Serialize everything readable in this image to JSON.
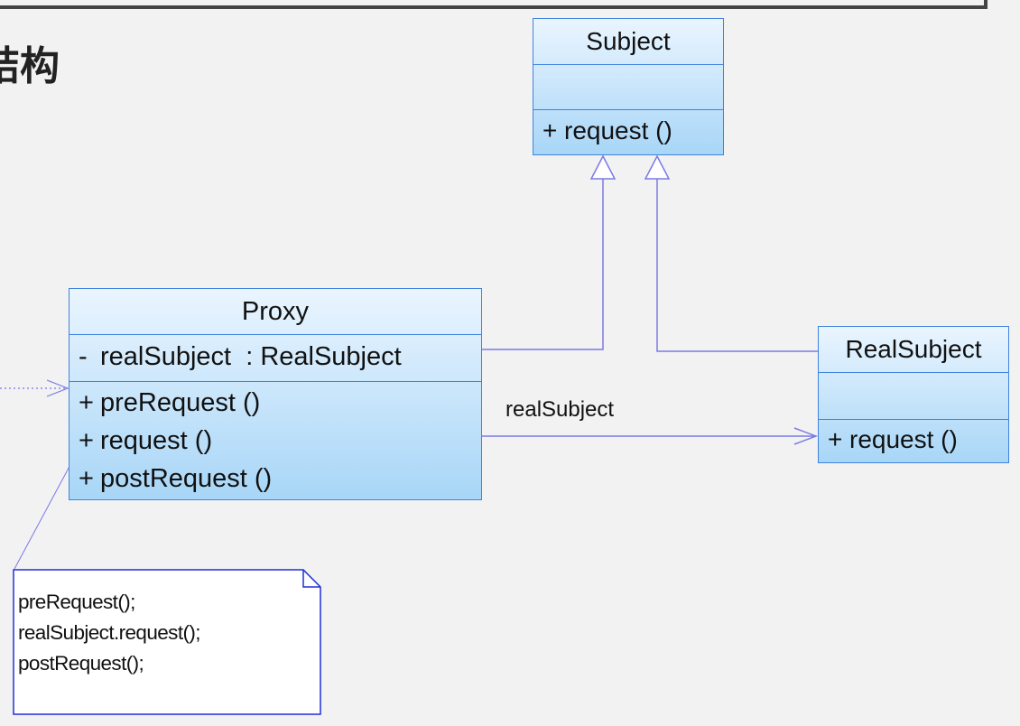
{
  "heading": "结构",
  "classes": {
    "subject": {
      "name": "Subject",
      "operations": [
        {
          "visibility": "+",
          "name": "request ()"
        }
      ]
    },
    "proxy": {
      "name": "Proxy",
      "attributes": [
        {
          "visibility": "-",
          "name": "realSubject  : RealSubject"
        }
      ],
      "operations": [
        {
          "visibility": "+",
          "name": "preRequest ()"
        },
        {
          "visibility": "+",
          "name": "request ()"
        },
        {
          "visibility": "+",
          "name": "postRequest ()"
        }
      ]
    },
    "realsubject": {
      "name": "RealSubject",
      "operations": [
        {
          "visibility": "+",
          "name": "request ()"
        }
      ]
    }
  },
  "association": {
    "role": "realSubject"
  },
  "note": {
    "lines": [
      "preRequest();",
      "realSubject.request();",
      "postRequest();"
    ]
  },
  "colors": {
    "class_border": "#3f83e0",
    "class_fill_top": "#eaf5ff",
    "class_fill_bottom": "#a8d6f7",
    "connector": "#7a7ae6",
    "note_border": "#1f2fd6",
    "note_fill": "#ffffff",
    "background": "#f2f2f2"
  }
}
